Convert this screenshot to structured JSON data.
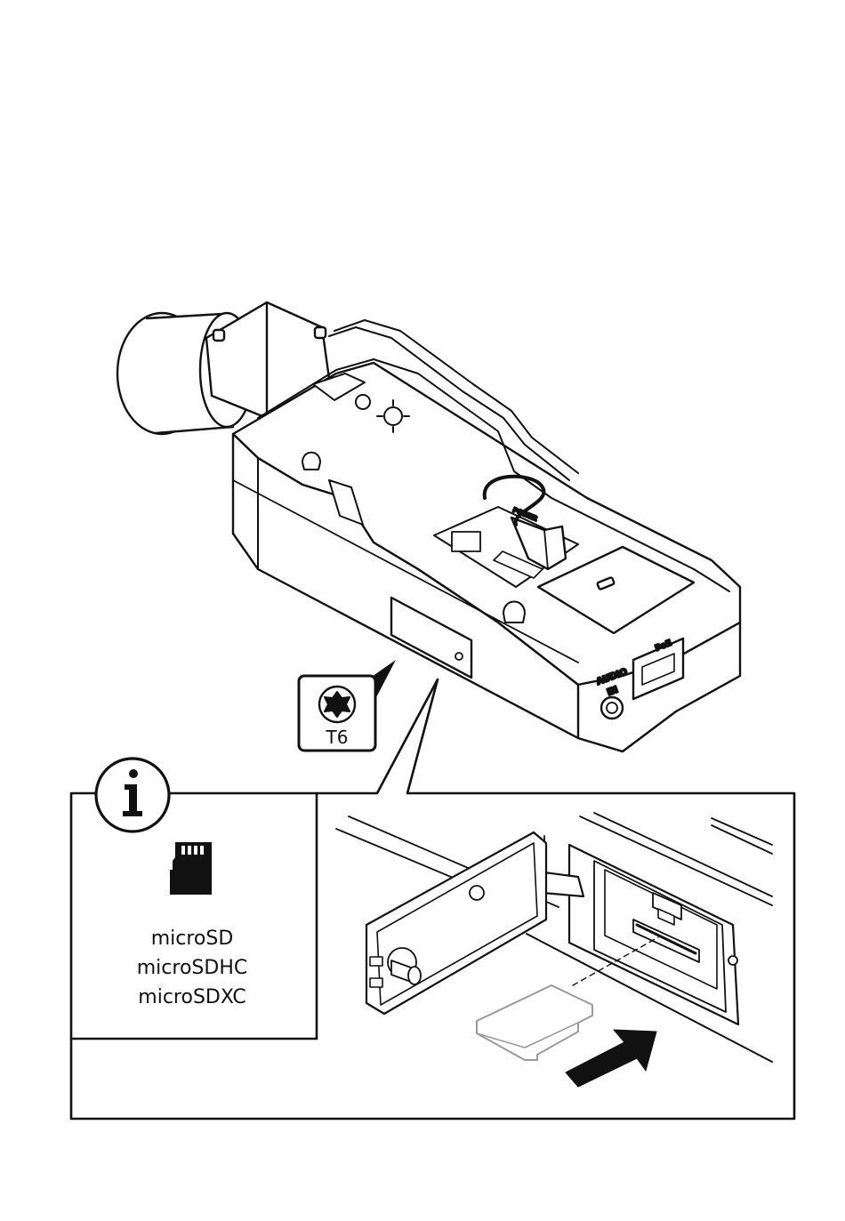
{
  "tool_badge": {
    "icon": "torx-icon",
    "label": "T6"
  },
  "info_panel": {
    "icon": "info-icon",
    "symbol": "i",
    "card_icon": "microsd-card-icon",
    "card_types": [
      "microSD",
      "microSDHC",
      "microSDXC"
    ]
  },
  "camera_labels": {
    "audio_in_line1": "AUDIO",
    "audio_in_line2": "IN",
    "poe": "PoE",
    "power": "POWER"
  },
  "colors": {
    "line": "#111111",
    "background": "#ffffff",
    "card_outline": "#9a9a9a"
  }
}
